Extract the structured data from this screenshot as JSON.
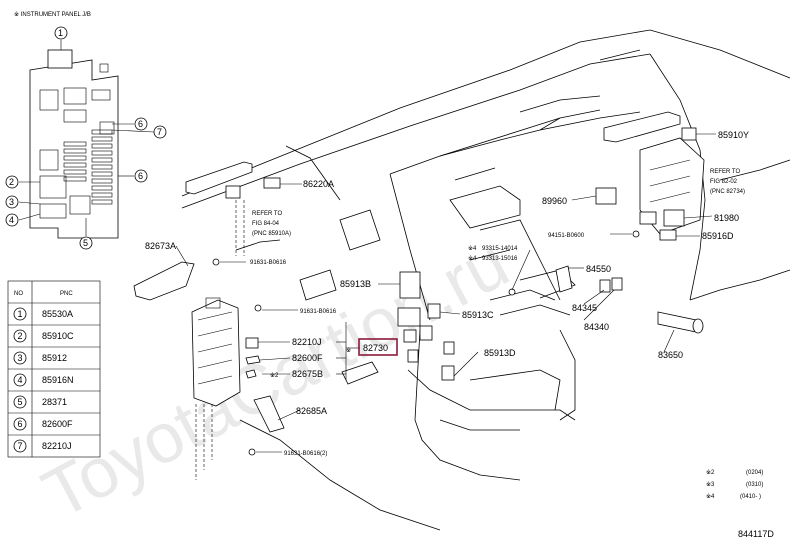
{
  "header": {
    "note": "※  INSTRUMENT PANEL J/B"
  },
  "watermark": "ToyotaCartion.ru",
  "figure_code": "844117D",
  "table": {
    "col_no": "NO",
    "col_pnc": "PNC",
    "rows": [
      {
        "no": "1",
        "pnc": "85530A"
      },
      {
        "no": "2",
        "pnc": "85910C"
      },
      {
        "no": "3",
        "pnc": "85912"
      },
      {
        "no": "4",
        "pnc": "85916N"
      },
      {
        "no": "5",
        "pnc": "28371"
      },
      {
        "no": "6",
        "pnc": "82600F"
      },
      {
        "no": "7",
        "pnc": "82210J"
      }
    ]
  },
  "inset_callouts": [
    "1",
    "6",
    "7",
    "6",
    "2",
    "3",
    "4",
    "5"
  ],
  "parts": {
    "p86220A": "86220A",
    "p82673A": "82673A",
    "p91631B0616_a": "91631-B0616",
    "p91631B0616_b": "91631-B0616",
    "p91631B0616_2": "91631-B0616(2)",
    "p82210J": "82210J",
    "p82600F": "82600F",
    "p82675B": "82675B",
    "p82685A": "82685A",
    "p82730": "82730",
    "p85913B": "85913B",
    "p85913C": "85913C",
    "p85913D": "85913D",
    "p89960": "89960",
    "p93315": "93315-14014",
    "p93313": "93313-15016",
    "p84550": "84550",
    "p94151": "94151-B0600",
    "p84345": "84345",
    "p84340": "84340",
    "p83650": "83650",
    "p85910Y": "85910Y",
    "p81980": "81980",
    "p85916D": "85916D"
  },
  "markers": {
    "m93315": "※4",
    "m93313": "※4",
    "m82675B": "※2",
    "m82730": "※"
  },
  "refer_left": {
    "l1": "REFER TO",
    "l2": "FIG  84-04",
    "l3": "(PNC 85910A)"
  },
  "refer_right": {
    "l1": "REFER TO",
    "l2": "FIG  82-02",
    "l3": "(PNC 82734)"
  },
  "footnotes": [
    {
      "mark": "※2",
      "text": "(0204)"
    },
    {
      "mark": "※3",
      "text": "(0310)"
    },
    {
      "mark": "※4",
      "text": "(0410-  )"
    }
  ]
}
